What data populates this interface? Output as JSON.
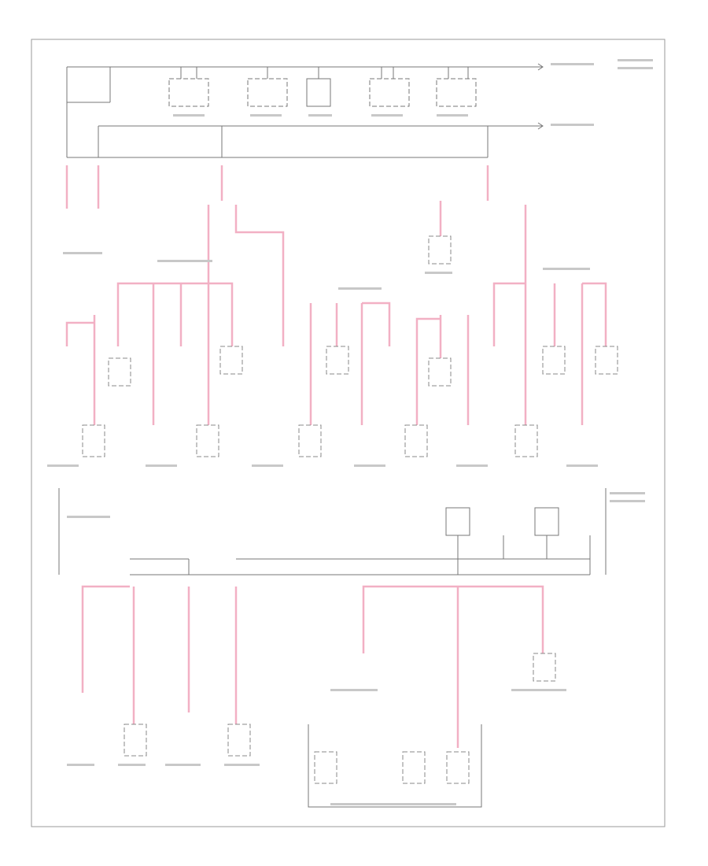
{
  "diagram": {
    "kind": "power-distribution-wiring",
    "colors": {
      "frame": "#9a9a9a",
      "wire": "#777777",
      "pink_wire": "#f2b0c4",
      "text": "#9a9a9a"
    }
  },
  "code": "",
  "top_section": {
    "fuse_boxes": [
      {
        "label": "",
        "id": "box-1"
      },
      {
        "label": "",
        "id": "box-2"
      },
      {
        "label": "",
        "id": "box-3"
      },
      {
        "label": "",
        "id": "box-4"
      },
      {
        "label": "",
        "id": "box-5"
      }
    ],
    "right_refs": [
      "",
      ""
    ]
  },
  "components": [
    {
      "id": "c1",
      "label": ""
    },
    {
      "id": "c2",
      "label": ""
    },
    {
      "id": "c3",
      "label": ""
    },
    {
      "id": "c4",
      "label": ""
    },
    {
      "id": "c5",
      "label": ""
    },
    {
      "id": "c6",
      "label": ""
    },
    {
      "id": "c7",
      "label": ""
    },
    {
      "id": "c8",
      "label": ""
    },
    {
      "id": "c9",
      "label": ""
    },
    {
      "id": "c10",
      "label": ""
    },
    {
      "id": "c11",
      "label": ""
    },
    {
      "id": "c12",
      "label": ""
    },
    {
      "id": "c13",
      "label": ""
    },
    {
      "id": "c14",
      "label": ""
    },
    {
      "id": "c15",
      "label": ""
    },
    {
      "id": "c16",
      "label": ""
    }
  ],
  "bottom_section": {
    "ref_note": "",
    "group_label": ""
  }
}
